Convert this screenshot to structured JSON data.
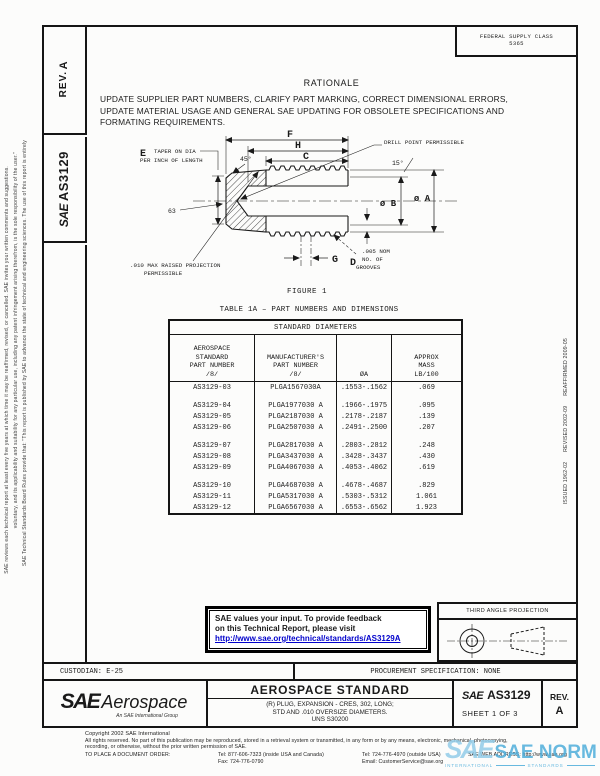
{
  "document": {
    "fsc": {
      "line1": "FEDERAL SUPPLY CLASS",
      "line2": "5365"
    },
    "side_tabs": {
      "rev_label": "REV.",
      "rev_value": "A",
      "sae_logo": "SAE",
      "doc_number": "AS3129"
    },
    "margin_notes": {
      "left_1": "SAE Technical Standards Board Rules provide that: \"This report is published by SAE to advance the state of technical and engineering sciences. The use of this report is entirely",
      "left_2": "voluntary, and its applicability and suitability for any particular use, including any patent infringement arising therefrom, is the sole responsibility of the user.\"",
      "left_3": "SAE reviews each technical report at least every five years at which time it may be reaffirmed, revised, or cancelled. SAE invites your written comments and suggestions.",
      "revision_history": "ISSUED 1962-02      REVISED 2002-09      REAFFIRMED 2009-05"
    },
    "rationale": {
      "heading": "RATIONALE",
      "body": "UPDATE SUPPLIER PART NUMBERS, CLARIFY PART MARKING, CORRECT DIMENSIONAL ERRORS, UPDATE MATERIAL USAGE AND GENERAL SAE UPDATING FOR OBSOLETE SPECIFICATIONS AND FORMATING REQUIREMENTS."
    },
    "figure": {
      "caption": "FIGURE 1",
      "labels": {
        "f": "F",
        "h": "H",
        "c": "C",
        "g": "G",
        "e": "E",
        "d": "D",
        "dia_a": "ø A",
        "dia_b": "ø B",
        "angle_45": "45°",
        "angle_15": "15°",
        "finish": "63",
        "drill_note": "DRILL POINT PERMISSIBLE",
        "taper_note_1": "TAPER ON DIA",
        "taper_note_2": "PER INCH OF LENGTH",
        "proj_note_1": ".010 MAX RAISED PROJECTION",
        "proj_note_2": "PERMISSIBLE",
        "grooves_note_1": "NO. OF",
        "grooves_note_2": "GROOVES",
        "nom_note": ".005 NOM"
      }
    },
    "table": {
      "title": "TABLE 1A – PART NUMBERS AND DIMENSIONS",
      "span_header": "STANDARD DIAMETERS",
      "columns": [
        "AEROSPACE\nSTANDARD\nPART NUMBER\n/8/",
        "MANUFACTURER'S\nPART NUMBER\n/8/",
        "ØA",
        "APPROX\nMASS\nLB/100"
      ],
      "rows": [
        {
          "as": "AS3129-03",
          "mfr": "PLGA1567030A",
          "dia": ".1553-.1562",
          "mass": ".069"
        },
        {
          "as": "AS3129-04",
          "mfr": "PLGA1977030 A",
          "dia": ".1966-.1975",
          "mass": ".095"
        },
        {
          "as": "AS3129-05",
          "mfr": "PLGA2187030 A",
          "dia": ".2178-.2187",
          "mass": ".139"
        },
        {
          "as": "AS3129-06",
          "mfr": "PLGA2507030 A",
          "dia": ".2491-.2500",
          "mass": ".207"
        },
        {
          "as": "AS3129-07",
          "mfr": "PLGA2817030 A",
          "dia": ".2803-.2812",
          "mass": ".248"
        },
        {
          "as": "AS3129-08",
          "mfr": "PLGA3437030 A",
          "dia": ".3428-.3437",
          "mass": ".430"
        },
        {
          "as": "AS3129-09",
          "mfr": "PLGA4067030 A",
          "dia": ".4053-.4062",
          "mass": ".619"
        },
        {
          "as": "AS3129-10",
          "mfr": "PLGA4687030 A",
          "dia": ".4678-.4687",
          "mass": ".829"
        },
        {
          "as": "AS3129-11",
          "mfr": "PLGA5317030 A",
          "dia": ".5303-.5312",
          "mass": "1.061"
        },
        {
          "as": "AS3129-12",
          "mfr": "PLGA6567030 A",
          "dia": ".6553-.6562",
          "mass": "1.923"
        }
      ],
      "gap_after": [
        0,
        3,
        6
      ]
    },
    "feedback": {
      "line1": "SAE values your input. To provide feedback",
      "line2": "on this Technical Report, please visit",
      "link": "http://www.sae.org/technical/standards/AS3129A"
    },
    "third_angle": {
      "label": "THIRD ANGLE PROJECTION"
    },
    "footer_bar": {
      "custodian": "CUSTODIAN: E-25",
      "procurement": "PROCUREMENT SPECIFICATION: NONE"
    },
    "title_block": {
      "logo_sae": "SAE",
      "logo_aerospace": "Aerospace",
      "logo_tagline": "An SAE International Group",
      "doc_type": "AEROSPACE STANDARD",
      "subtitle": "(R) PLUG, EXPANSION - CRES, 302, LONG;\nSTD AND .010 OVERSIZE DIAMETERS.\nUNS S30200",
      "number_logo": "SAE",
      "number": "AS3129",
      "sheet": "SHEET 1 OF 3",
      "rev_label": "REV.",
      "rev_value": "A"
    },
    "legal": {
      "copyright": "Copyright 2002 SAE International",
      "rights_1": "All rights reserved. No part of this publication may be reproduced, stored in a retrieval system or transmitted, in any form or by any means, electronic, mechanical, photocopying,",
      "rights_2": "recording, or otherwise, without the prior written permission of SAE.",
      "order_label": "TO PLACE A DOCUMENT ORDER:",
      "tel_inside": "Tel: 877-606-7323 (inside USA and Canada)",
      "fax": "Fax: 724-776-0790",
      "tel_outside": "Tel: 724-776-4970 (outside USA)",
      "email": "Email: CustomerService@sae.org",
      "web": "SAE WEB ADDRESS: http://www.sae.org"
    },
    "watermark": {
      "sae": "SAE",
      "name": "SAE NORM",
      "sub1": "INTERNATIONAL",
      "sub2": "STANDARDS"
    },
    "colors": {
      "link": "#0000cc",
      "watermark": "#4faedb",
      "ink": "#1a1a1a"
    }
  }
}
